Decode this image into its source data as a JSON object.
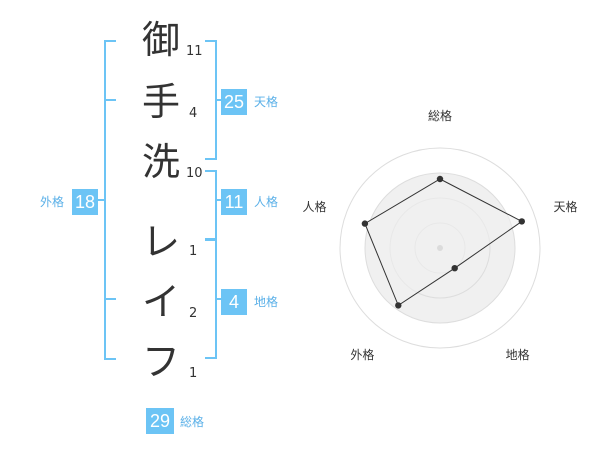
{
  "name": {
    "surname": [
      {
        "char": "御",
        "strokes": "11"
      },
      {
        "char": "手",
        "strokes": "4"
      },
      {
        "char": "洗",
        "strokes": "10"
      }
    ],
    "given": [
      {
        "char": "レ",
        "strokes": "1"
      },
      {
        "char": "イ",
        "strokes": "2"
      },
      {
        "char": "フ",
        "strokes": "1"
      }
    ]
  },
  "kakusu": {
    "tenkaku": {
      "value": "25",
      "label": "天格"
    },
    "jinkaku": {
      "value": "11",
      "label": "人格"
    },
    "chikaku": {
      "value": "4",
      "label": "地格"
    },
    "gaikaku": {
      "value": "18",
      "label": "外格"
    },
    "soukaku": {
      "value": "29",
      "label": "総格"
    }
  },
  "radar": {
    "axes": [
      "総格",
      "天格",
      "地格",
      "外格",
      "人格"
    ],
    "levels": 4,
    "values": [
      0.69,
      0.86,
      0.25,
      0.71,
      0.79
    ],
    "colors": {
      "fill": "#f0f0f0",
      "ring": "#dddddd",
      "line": "#333333",
      "point": "#333333",
      "center": "#bbbbbb"
    }
  },
  "colors": {
    "accent": "#6cc4f5",
    "accent_text": "#5ab0e8",
    "text": "#333333"
  }
}
